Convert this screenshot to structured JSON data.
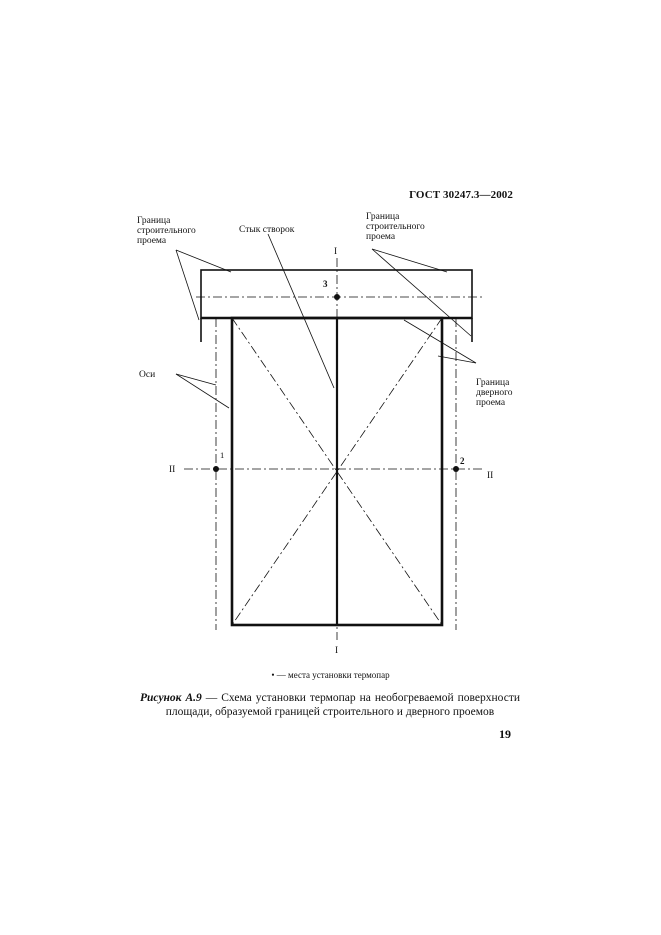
{
  "document": {
    "header_code": "ГОСТ 30247.3—2002",
    "page_number": "19"
  },
  "figure": {
    "labels": {
      "construction_left": [
        "Граница",
        "строительного",
        "проема"
      ],
      "construction_right": [
        "Граница",
        "строительного",
        "проема"
      ],
      "leaf_joint": "Стык створок",
      "axes": "Оси",
      "door_opening": [
        "Граница",
        "дверного",
        "проема"
      ],
      "axis_I_top": "I",
      "axis_I_bottom": "I",
      "axis_II_left": "II",
      "axis_II_right": "II",
      "point_1": "1",
      "point_2": "2",
      "point_3": "3"
    },
    "legend_text": "• — места установки термопар",
    "caption_label": "Рисунок А.9",
    "caption_text": " — Схема установки термопар на необогреваемой поверхности площади, образуемой границей строительного и дверного проемов"
  }
}
